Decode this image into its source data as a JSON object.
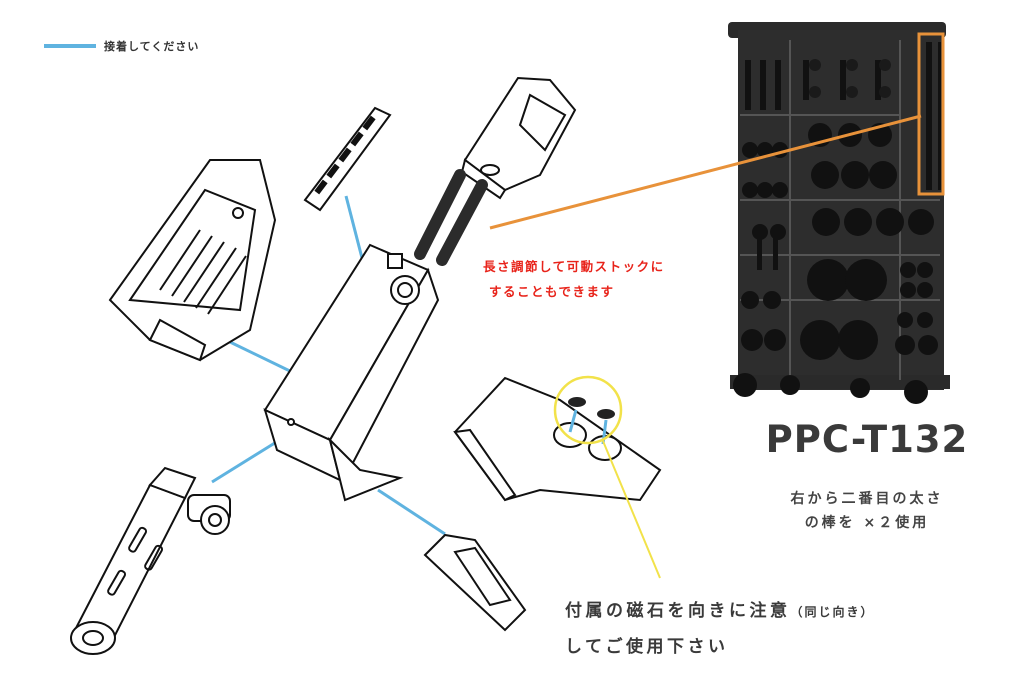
{
  "legend": {
    "text": "接着してください",
    "line_color": "#5fb3e0"
  },
  "stock_note": {
    "line1": "長さ調節して可動ストックに",
    "line2": "することもできます",
    "color": "#e8231a"
  },
  "runner": {
    "model": "PPC-T132",
    "note_line1": "右から二番目の太さ",
    "note_line2": "の棒を ×２使用",
    "highlight_color": "#e8923a"
  },
  "magnet_note": {
    "line1_main": "付属の磁石を向きに注意",
    "line1_paren": "（同じ向き）",
    "line2": "してご使用下さい",
    "circle_color": "#f2e24a"
  }
}
